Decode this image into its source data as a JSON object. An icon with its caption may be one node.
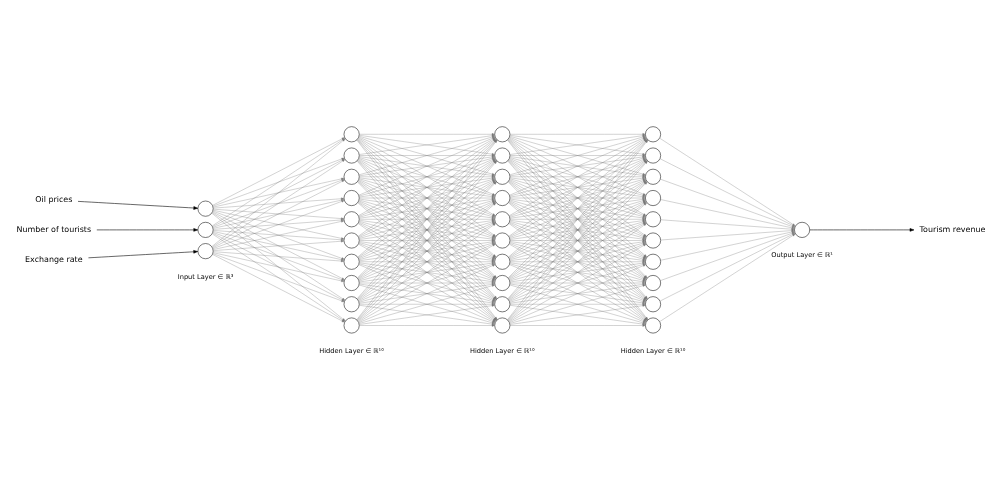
{
  "diagram": {
    "nodes": [
      {
        "text": [
          "Oil prices"
        ]
      },
      {
        "text": [
          "Number of tourists"
        ]
      },
      {
        "text": [
          "Exchange rate"
        ]
      },
      {
        "text": [],
        "shape": "circle"
      },
      {
        "text": [],
        "shape": "circle"
      },
      {
        "text": [],
        "shape": "circle"
      },
      {
        "text": [],
        "shape": "circle"
      },
      {
        "text": [],
        "shape": "circle"
      },
      {
        "text": [],
        "shape": "circle"
      },
      {
        "text": [],
        "shape": "circle"
      },
      {
        "text": [],
        "shape": "circle"
      },
      {
        "text": [],
        "shape": "circle"
      },
      {
        "text": [],
        "shape": "circle"
      },
      {
        "text": [],
        "shape": "circle"
      },
      {
        "text": [],
        "shape": "circle"
      },
      {
        "text": [],
        "shape": "circle"
      },
      {
        "text": [],
        "shape": "circle"
      },
      {
        "text": [],
        "shape": "circle"
      },
      {
        "text": [],
        "shape": "circle"
      },
      {
        "text": [],
        "shape": "circle"
      },
      {
        "text": [],
        "shape": "circle"
      },
      {
        "text": [],
        "shape": "circle"
      },
      {
        "text": [],
        "shape": "circle"
      },
      {
        "text": [],
        "shape": "circle"
      },
      {
        "text": [],
        "shape": "circle"
      },
      {
        "text": [],
        "shape": "circle"
      },
      {
        "text": [],
        "shape": "circle"
      },
      {
        "text": [],
        "shape": "circle"
      },
      {
        "text": [],
        "shape": "circle"
      },
      {
        "text": [],
        "shape": "circle"
      },
      {
        "text": [],
        "shape": "circle"
      },
      {
        "text": [],
        "shape": "circle"
      },
      {
        "text": [],
        "shape": "circle"
      },
      {
        "text": [],
        "shape": "circle"
      },
      {
        "text": [],
        "shape": "circle"
      },
      {
        "text": [],
        "shape": "circle"
      },
      {
        "text": [],
        "shape": "circle"
      },
      {
        "text": [
          "Tourism revenue"
        ]
      }
    ],
    "edges": [
      {
        "from": 0,
        "to": 3,
        "arrow": "to",
        "color": "#000000"
      },
      {
        "from": 1,
        "to": 4,
        "arrow": "to",
        "color": "#000000"
      },
      {
        "from": 2,
        "to": 5,
        "arrow": "to",
        "color": "#000000"
      },
      {
        "from": 3,
        "to": 6,
        "arrow": "to"
      },
      {
        "from": 3,
        "to": 7,
        "arrow": "to"
      },
      {
        "from": 3,
        "to": 8,
        "arrow": "to"
      },
      {
        "from": 3,
        "to": 9,
        "arrow": "to"
      },
      {
        "from": 3,
        "to": 10,
        "arrow": "to"
      },
      {
        "from": 3,
        "to": 11,
        "arrow": "to"
      },
      {
        "from": 3,
        "to": 12,
        "arrow": "to"
      },
      {
        "from": 3,
        "to": 13,
        "arrow": "to"
      },
      {
        "from": 3,
        "to": 14,
        "arrow": "to"
      },
      {
        "from": 3,
        "to": 15,
        "arrow": "to"
      },
      {
        "from": 4,
        "to": 6,
        "arrow": "to"
      },
      {
        "from": 4,
        "to": 7,
        "arrow": "to"
      },
      {
        "from": 4,
        "to": 8,
        "arrow": "to"
      },
      {
        "from": 4,
        "to": 9,
        "arrow": "to"
      },
      {
        "from": 4,
        "to": 10,
        "arrow": "to"
      },
      {
        "from": 4,
        "to": 11,
        "arrow": "to"
      },
      {
        "from": 4,
        "to": 12,
        "arrow": "to"
      },
      {
        "from": 4,
        "to": 13,
        "arrow": "to"
      },
      {
        "from": 4,
        "to": 14,
        "arrow": "to"
      },
      {
        "from": 4,
        "to": 15,
        "arrow": "to"
      },
      {
        "from": 5,
        "to": 6,
        "arrow": "to"
      },
      {
        "from": 5,
        "to": 7,
        "arrow": "to"
      },
      {
        "from": 5,
        "to": 8,
        "arrow": "to"
      },
      {
        "from": 5,
        "to": 9,
        "arrow": "to"
      },
      {
        "from": 5,
        "to": 10,
        "arrow": "to"
      },
      {
        "from": 5,
        "to": 11,
        "arrow": "to"
      },
      {
        "from": 5,
        "to": 12,
        "arrow": "to"
      },
      {
        "from": 5,
        "to": 13,
        "arrow": "to"
      },
      {
        "from": 5,
        "to": 14,
        "arrow": "to"
      },
      {
        "from": 5,
        "to": 15,
        "arrow": "to"
      },
      {
        "from": 6,
        "to": 16,
        "arrow": "to"
      },
      {
        "from": 6,
        "to": 17,
        "arrow": "to"
      },
      {
        "from": 6,
        "to": 18,
        "arrow": "to"
      },
      {
        "from": 6,
        "to": 19,
        "arrow": "to"
      },
      {
        "from": 6,
        "to": 20,
        "arrow": "to"
      },
      {
        "from": 6,
        "to": 21,
        "arrow": "to"
      },
      {
        "from": 6,
        "to": 22,
        "arrow": "to"
      },
      {
        "from": 6,
        "to": 23,
        "arrow": "to"
      },
      {
        "from": 6,
        "to": 24,
        "arrow": "to"
      },
      {
        "from": 6,
        "to": 25,
        "arrow": "to"
      },
      {
        "from": 7,
        "to": 16,
        "arrow": "to"
      },
      {
        "from": 7,
        "to": 17,
        "arrow": "to"
      },
      {
        "from": 7,
        "to": 18,
        "arrow": "to"
      },
      {
        "from": 7,
        "to": 19,
        "arrow": "to"
      },
      {
        "from": 7,
        "to": 20,
        "arrow": "to"
      },
      {
        "from": 7,
        "to": 21,
        "arrow": "to"
      },
      {
        "from": 7,
        "to": 22,
        "arrow": "to"
      },
      {
        "from": 7,
        "to": 23,
        "arrow": "to"
      },
      {
        "from": 7,
        "to": 24,
        "arrow": "to"
      },
      {
        "from": 7,
        "to": 25,
        "arrow": "to"
      },
      {
        "from": 8,
        "to": 16,
        "arrow": "to"
      },
      {
        "from": 8,
        "to": 17,
        "arrow": "to"
      },
      {
        "from": 8,
        "to": 18,
        "arrow": "to"
      },
      {
        "from": 8,
        "to": 19,
        "arrow": "to"
      },
      {
        "from": 8,
        "to": 20,
        "arrow": "to"
      },
      {
        "from": 8,
        "to": 21,
        "arrow": "to"
      },
      {
        "from": 8,
        "to": 22,
        "arrow": "to"
      },
      {
        "from": 8,
        "to": 23,
        "arrow": "to"
      },
      {
        "from": 8,
        "to": 24,
        "arrow": "to"
      },
      {
        "from": 8,
        "to": 25,
        "arrow": "to"
      },
      {
        "from": 9,
        "to": 16,
        "arrow": "to"
      },
      {
        "from": 9,
        "to": 17,
        "arrow": "to"
      },
      {
        "from": 9,
        "to": 18,
        "arrow": "to"
      },
      {
        "from": 9,
        "to": 19,
        "arrow": "to"
      },
      {
        "from": 9,
        "to": 20,
        "arrow": "to"
      },
      {
        "from": 9,
        "to": 21,
        "arrow": "to"
      },
      {
        "from": 9,
        "to": 22,
        "arrow": "to"
      },
      {
        "from": 9,
        "to": 23,
        "arrow": "to"
      },
      {
        "from": 9,
        "to": 24,
        "arrow": "to"
      },
      {
        "from": 9,
        "to": 25,
        "arrow": "to"
      },
      {
        "from": 10,
        "to": 16,
        "arrow": "to"
      },
      {
        "from": 10,
        "to": 17,
        "arrow": "to"
      },
      {
        "from": 10,
        "to": 18,
        "arrow": "to"
      },
      {
        "from": 10,
        "to": 19,
        "arrow": "to"
      },
      {
        "from": 10,
        "to": 20,
        "arrow": "to"
      },
      {
        "from": 10,
        "to": 21,
        "arrow": "to"
      },
      {
        "from": 10,
        "to": 22,
        "arrow": "to"
      },
      {
        "from": 10,
        "to": 23,
        "arrow": "to"
      },
      {
        "from": 10,
        "to": 24,
        "arrow": "to"
      },
      {
        "from": 10,
        "to": 25,
        "arrow": "to"
      },
      {
        "from": 11,
        "to": 16,
        "arrow": "to"
      },
      {
        "from": 11,
        "to": 17,
        "arrow": "to"
      },
      {
        "from": 11,
        "to": 18,
        "arrow": "to"
      },
      {
        "from": 11,
        "to": 19,
        "arrow": "to"
      },
      {
        "from": 11,
        "to": 20,
        "arrow": "to"
      },
      {
        "from": 11,
        "to": 21,
        "arrow": "to"
      },
      {
        "from": 11,
        "to": 22,
        "arrow": "to"
      },
      {
        "from": 11,
        "to": 23,
        "arrow": "to"
      },
      {
        "from": 11,
        "to": 24,
        "arrow": "to"
      },
      {
        "from": 11,
        "to": 25,
        "arrow": "to"
      },
      {
        "from": 12,
        "to": 16,
        "arrow": "to"
      },
      {
        "from": 12,
        "to": 17,
        "arrow": "to"
      },
      {
        "from": 12,
        "to": 18,
        "arrow": "to"
      },
      {
        "from": 12,
        "to": 19,
        "arrow": "to"
      },
      {
        "from": 12,
        "to": 20,
        "arrow": "to"
      },
      {
        "from": 12,
        "to": 21,
        "arrow": "to"
      },
      {
        "from": 12,
        "to": 22,
        "arrow": "to"
      },
      {
        "from": 12,
        "to": 23,
        "arrow": "to"
      },
      {
        "from": 12,
        "to": 24,
        "arrow": "to"
      },
      {
        "from": 12,
        "to": 25,
        "arrow": "to"
      },
      {
        "from": 13,
        "to": 16,
        "arrow": "to"
      },
      {
        "from": 13,
        "to": 17,
        "arrow": "to"
      },
      {
        "from": 13,
        "to": 18,
        "arrow": "to"
      },
      {
        "from": 13,
        "to": 19,
        "arrow": "to"
      },
      {
        "from": 13,
        "to": 20,
        "arrow": "to"
      },
      {
        "from": 13,
        "to": 21,
        "arrow": "to"
      },
      {
        "from": 13,
        "to": 22,
        "arrow": "to"
      },
      {
        "from": 13,
        "to": 23,
        "arrow": "to"
      },
      {
        "from": 13,
        "to": 24,
        "arrow": "to"
      },
      {
        "from": 13,
        "to": 25,
        "arrow": "to"
      },
      {
        "from": 14,
        "to": 16,
        "arrow": "to"
      },
      {
        "from": 14,
        "to": 17,
        "arrow": "to"
      },
      {
        "from": 14,
        "to": 18,
        "arrow": "to"
      },
      {
        "from": 14,
        "to": 19,
        "arrow": "to"
      },
      {
        "from": 14,
        "to": 20,
        "arrow": "to"
      },
      {
        "from": 14,
        "to": 21,
        "arrow": "to"
      },
      {
        "from": 14,
        "to": 22,
        "arrow": "to"
      },
      {
        "from": 14,
        "to": 23,
        "arrow": "to"
      },
      {
        "from": 14,
        "to": 24,
        "arrow": "to"
      },
      {
        "from": 14,
        "to": 25,
        "arrow": "to"
      },
      {
        "from": 15,
        "to": 16,
        "arrow": "to"
      },
      {
        "from": 15,
        "to": 17,
        "arrow": "to"
      },
      {
        "from": 15,
        "to": 18,
        "arrow": "to"
      },
      {
        "from": 15,
        "to": 19,
        "arrow": "to"
      },
      {
        "from": 15,
        "to": 20,
        "arrow": "to"
      },
      {
        "from": 15,
        "to": 21,
        "arrow": "to"
      },
      {
        "from": 15,
        "to": 22,
        "arrow": "to"
      },
      {
        "from": 15,
        "to": 23,
        "arrow": "to"
      },
      {
        "from": 15,
        "to": 24,
        "arrow": "to"
      },
      {
        "from": 15,
        "to": 25,
        "arrow": "to"
      },
      {
        "from": 16,
        "to": 26,
        "arrow": "to"
      },
      {
        "from": 16,
        "to": 27,
        "arrow": "to"
      },
      {
        "from": 16,
        "to": 28,
        "arrow": "to"
      },
      {
        "from": 16,
        "to": 29,
        "arrow": "to"
      },
      {
        "from": 16,
        "to": 30,
        "arrow": "to"
      },
      {
        "from": 16,
        "to": 31,
        "arrow": "to"
      },
      {
        "from": 16,
        "to": 32,
        "arrow": "to"
      },
      {
        "from": 16,
        "to": 33,
        "arrow": "to"
      },
      {
        "from": 16,
        "to": 34,
        "arrow": "to"
      },
      {
        "from": 16,
        "to": 35,
        "arrow": "to"
      },
      {
        "from": 17,
        "to": 26,
        "arrow": "to"
      },
      {
        "from": 17,
        "to": 27,
        "arrow": "to"
      },
      {
        "from": 17,
        "to": 28,
        "arrow": "to"
      },
      {
        "from": 17,
        "to": 29,
        "arrow": "to"
      },
      {
        "from": 17,
        "to": 30,
        "arrow": "to"
      },
      {
        "from": 17,
        "to": 31,
        "arrow": "to"
      },
      {
        "from": 17,
        "to": 32,
        "arrow": "to"
      },
      {
        "from": 17,
        "to": 33,
        "arrow": "to"
      },
      {
        "from": 17,
        "to": 34,
        "arrow": "to"
      },
      {
        "from": 17,
        "to": 35,
        "arrow": "to"
      },
      {
        "from": 18,
        "to": 26,
        "arrow": "to"
      },
      {
        "from": 18,
        "to": 27,
        "arrow": "to"
      },
      {
        "from": 18,
        "to": 28,
        "arrow": "to"
      },
      {
        "from": 18,
        "to": 29,
        "arrow": "to"
      },
      {
        "from": 18,
        "to": 30,
        "arrow": "to"
      },
      {
        "from": 18,
        "to": 31,
        "arrow": "to"
      },
      {
        "from": 18,
        "to": 32,
        "arrow": "to"
      },
      {
        "from": 18,
        "to": 33,
        "arrow": "to"
      },
      {
        "from": 18,
        "to": 34,
        "arrow": "to"
      },
      {
        "from": 18,
        "to": 35,
        "arrow": "to"
      },
      {
        "from": 19,
        "to": 26,
        "arrow": "to"
      },
      {
        "from": 19,
        "to": 27,
        "arrow": "to"
      },
      {
        "from": 19,
        "to": 28,
        "arrow": "to"
      },
      {
        "from": 19,
        "to": 29,
        "arrow": "to"
      },
      {
        "from": 19,
        "to": 30,
        "arrow": "to"
      },
      {
        "from": 19,
        "to": 31,
        "arrow": "to"
      },
      {
        "from": 19,
        "to": 32,
        "arrow": "to"
      },
      {
        "from": 19,
        "to": 33,
        "arrow": "to"
      },
      {
        "from": 19,
        "to": 34,
        "arrow": "to"
      },
      {
        "from": 19,
        "to": 35,
        "arrow": "to"
      },
      {
        "from": 20,
        "to": 26,
        "arrow": "to"
      },
      {
        "from": 20,
        "to": 27,
        "arrow": "to"
      },
      {
        "from": 20,
        "to": 28,
        "arrow": "to"
      },
      {
        "from": 20,
        "to": 29,
        "arrow": "to"
      },
      {
        "from": 20,
        "to": 30,
        "arrow": "to"
      },
      {
        "from": 20,
        "to": 31,
        "arrow": "to"
      },
      {
        "from": 20,
        "to": 32,
        "arrow": "to"
      },
      {
        "from": 20,
        "to": 33,
        "arrow": "to"
      },
      {
        "from": 20,
        "to": 34,
        "arrow": "to"
      },
      {
        "from": 20,
        "to": 35,
        "arrow": "to"
      },
      {
        "from": 21,
        "to": 26,
        "arrow": "to"
      },
      {
        "from": 21,
        "to": 27,
        "arrow": "to"
      },
      {
        "from": 21,
        "to": 28,
        "arrow": "to"
      },
      {
        "from": 21,
        "to": 29,
        "arrow": "to"
      },
      {
        "from": 21,
        "to": 30,
        "arrow": "to"
      },
      {
        "from": 21,
        "to": 31,
        "arrow": "to"
      },
      {
        "from": 21,
        "to": 32,
        "arrow": "to"
      },
      {
        "from": 21,
        "to": 33,
        "arrow": "to"
      },
      {
        "from": 21,
        "to": 34,
        "arrow": "to"
      },
      {
        "from": 21,
        "to": 35,
        "arrow": "to"
      },
      {
        "from": 22,
        "to": 26,
        "arrow": "to"
      },
      {
        "from": 22,
        "to": 27,
        "arrow": "to"
      },
      {
        "from": 22,
        "to": 28,
        "arrow": "to"
      },
      {
        "from": 22,
        "to": 29,
        "arrow": "to"
      },
      {
        "from": 22,
        "to": 30,
        "arrow": "to"
      },
      {
        "from": 22,
        "to": 31,
        "arrow": "to"
      },
      {
        "from": 22,
        "to": 32,
        "arrow": "to"
      },
      {
        "from": 22,
        "to": 33,
        "arrow": "to"
      },
      {
        "from": 22,
        "to": 34,
        "arrow": "to"
      },
      {
        "from": 22,
        "to": 35,
        "arrow": "to"
      },
      {
        "from": 23,
        "to": 26,
        "arrow": "to"
      },
      {
        "from": 23,
        "to": 27,
        "arrow": "to"
      },
      {
        "from": 23,
        "to": 28,
        "arrow": "to"
      },
      {
        "from": 23,
        "to": 29,
        "arrow": "to"
      },
      {
        "from": 23,
        "to": 30,
        "arrow": "to"
      },
      {
        "from": 23,
        "to": 31,
        "arrow": "to"
      },
      {
        "from": 23,
        "to": 32,
        "arrow": "to"
      },
      {
        "from": 23,
        "to": 33,
        "arrow": "to"
      },
      {
        "from": 23,
        "to": 34,
        "arrow": "to"
      },
      {
        "from": 23,
        "to": 35,
        "arrow": "to"
      },
      {
        "from": 24,
        "to": 26,
        "arrow": "to"
      },
      {
        "from": 24,
        "to": 27,
        "arrow": "to"
      },
      {
        "from": 24,
        "to": 28,
        "arrow": "to"
      },
      {
        "from": 24,
        "to": 29,
        "arrow": "to"
      },
      {
        "from": 24,
        "to": 30,
        "arrow": "to"
      },
      {
        "from": 24,
        "to": 31,
        "arrow": "to"
      },
      {
        "from": 24,
        "to": 32,
        "arrow": "to"
      },
      {
        "from": 24,
        "to": 33,
        "arrow": "to"
      },
      {
        "from": 24,
        "to": 34,
        "arrow": "to"
      },
      {
        "from": 24,
        "to": 35,
        "arrow": "to"
      },
      {
        "from": 25,
        "to": 26,
        "arrow": "to"
      },
      {
        "from": 25,
        "to": 27,
        "arrow": "to"
      },
      {
        "from": 25,
        "to": 28,
        "arrow": "to"
      },
      {
        "from": 25,
        "to": 29,
        "arrow": "to"
      },
      {
        "from": 25,
        "to": 30,
        "arrow": "to"
      },
      {
        "from": 25,
        "to": 31,
        "arrow": "to"
      },
      {
        "from": 25,
        "to": 32,
        "arrow": "to"
      },
      {
        "from": 25,
        "to": 33,
        "arrow": "to"
      },
      {
        "from": 25,
        "to": 34,
        "arrow": "to"
      },
      {
        "from": 25,
        "to": 35,
        "arrow": "to"
      },
      {
        "from": 26,
        "to": 36,
        "arrow": "to"
      },
      {
        "from": 27,
        "to": 36,
        "arrow": "to"
      },
      {
        "from": 28,
        "to": 36,
        "arrow": "to"
      },
      {
        "from": 29,
        "to": 36,
        "arrow": "to"
      },
      {
        "from": 30,
        "to": 36,
        "arrow": "to"
      },
      {
        "from": 31,
        "to": 36,
        "arrow": "to"
      },
      {
        "from": 32,
        "to": 36,
        "arrow": "to"
      },
      {
        "from": 33,
        "to": 36,
        "arrow": "to"
      },
      {
        "from": 34,
        "to": 36,
        "arrow": "to"
      },
      {
        "from": 35,
        "to": 36,
        "arrow": "to"
      },
      {
        "from": 36,
        "to": 37,
        "arrow": "to",
        "color": "#000000"
      }
    ],
    "labels": [
      "Input Layer ∈ ℝ³",
      "Hidden Layer ∈ ℝ¹⁰",
      "Hidden Layer ∈ ℝ¹⁰",
      "Hidden Layer ∈ ℝ¹⁰",
      "Output Layer ∈ ℝ¹"
    ]
  }
}
